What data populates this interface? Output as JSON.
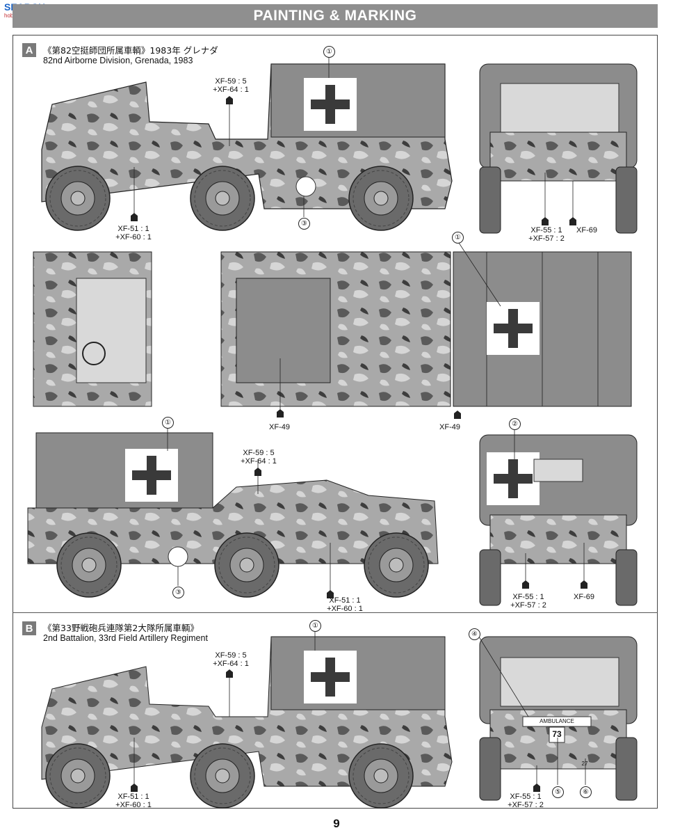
{
  "watermark": {
    "text": "SEARCH",
    "sub": "hobby-search.com"
  },
  "header": {
    "title": "PAINTING & MARKING"
  },
  "section_a": {
    "badge": "A",
    "title_jp": "《第82空挺師団所属車輌》1983年 グレナダ",
    "title_en": "82nd Airborne Division, Grenada, 1983"
  },
  "section_b": {
    "badge": "B",
    "title_jp": "《第33野戦砲兵連隊第2大隊所属車輌》",
    "title_en": "2nd Battalion, 33rd Field Artillery Regiment"
  },
  "callouts": {
    "c1": "①",
    "c2": "②",
    "c3": "③",
    "c4": "④",
    "c5": "⑤",
    "c6": "⑥"
  },
  "colors": {
    "xf59_64_a": [
      "XF-59 : 5",
      "+XF-64 : 1"
    ],
    "xf51_60_a": [
      "XF-51 : 1",
      "+XF-60 : 1"
    ],
    "xf55_57_front_a": [
      "XF-55 : 1",
      "+XF-57 : 2"
    ],
    "xf69_front_a": "XF-69",
    "xf49_top_left": "XF-49",
    "xf49_top_right": "XF-49",
    "xf59_64_b": [
      "XF-59 : 5",
      "+XF-64 : 1"
    ],
    "xf51_60_b": [
      "XF-51 : 1",
      "+XF-60 : 1"
    ],
    "xf55_57_rear": [
      "XF-55 : 1",
      "+XF-57 : 2"
    ],
    "xf69_rear": "XF-69",
    "xf59_64_c": [
      "XF-59 : 5",
      "+XF-64 : 1"
    ],
    "xf51_60_c": [
      "XF-51 : 1",
      "+XF-60 : 1"
    ],
    "xf55_57_front_b": [
      "XF-55 : 1",
      "+XF-57 : 2"
    ]
  },
  "decals": {
    "ambulance": "AMBULANCE",
    "number": "73",
    "plate": "27"
  },
  "page_number": "9",
  "palette": {
    "tarp": "#8c8c8c",
    "camo_light": "#b9b9b9",
    "camo_mid": "#8a8a8a",
    "camo_dark": "#3e3e3e",
    "tire": "#6a6a6a",
    "header": "#8f8f8f"
  }
}
